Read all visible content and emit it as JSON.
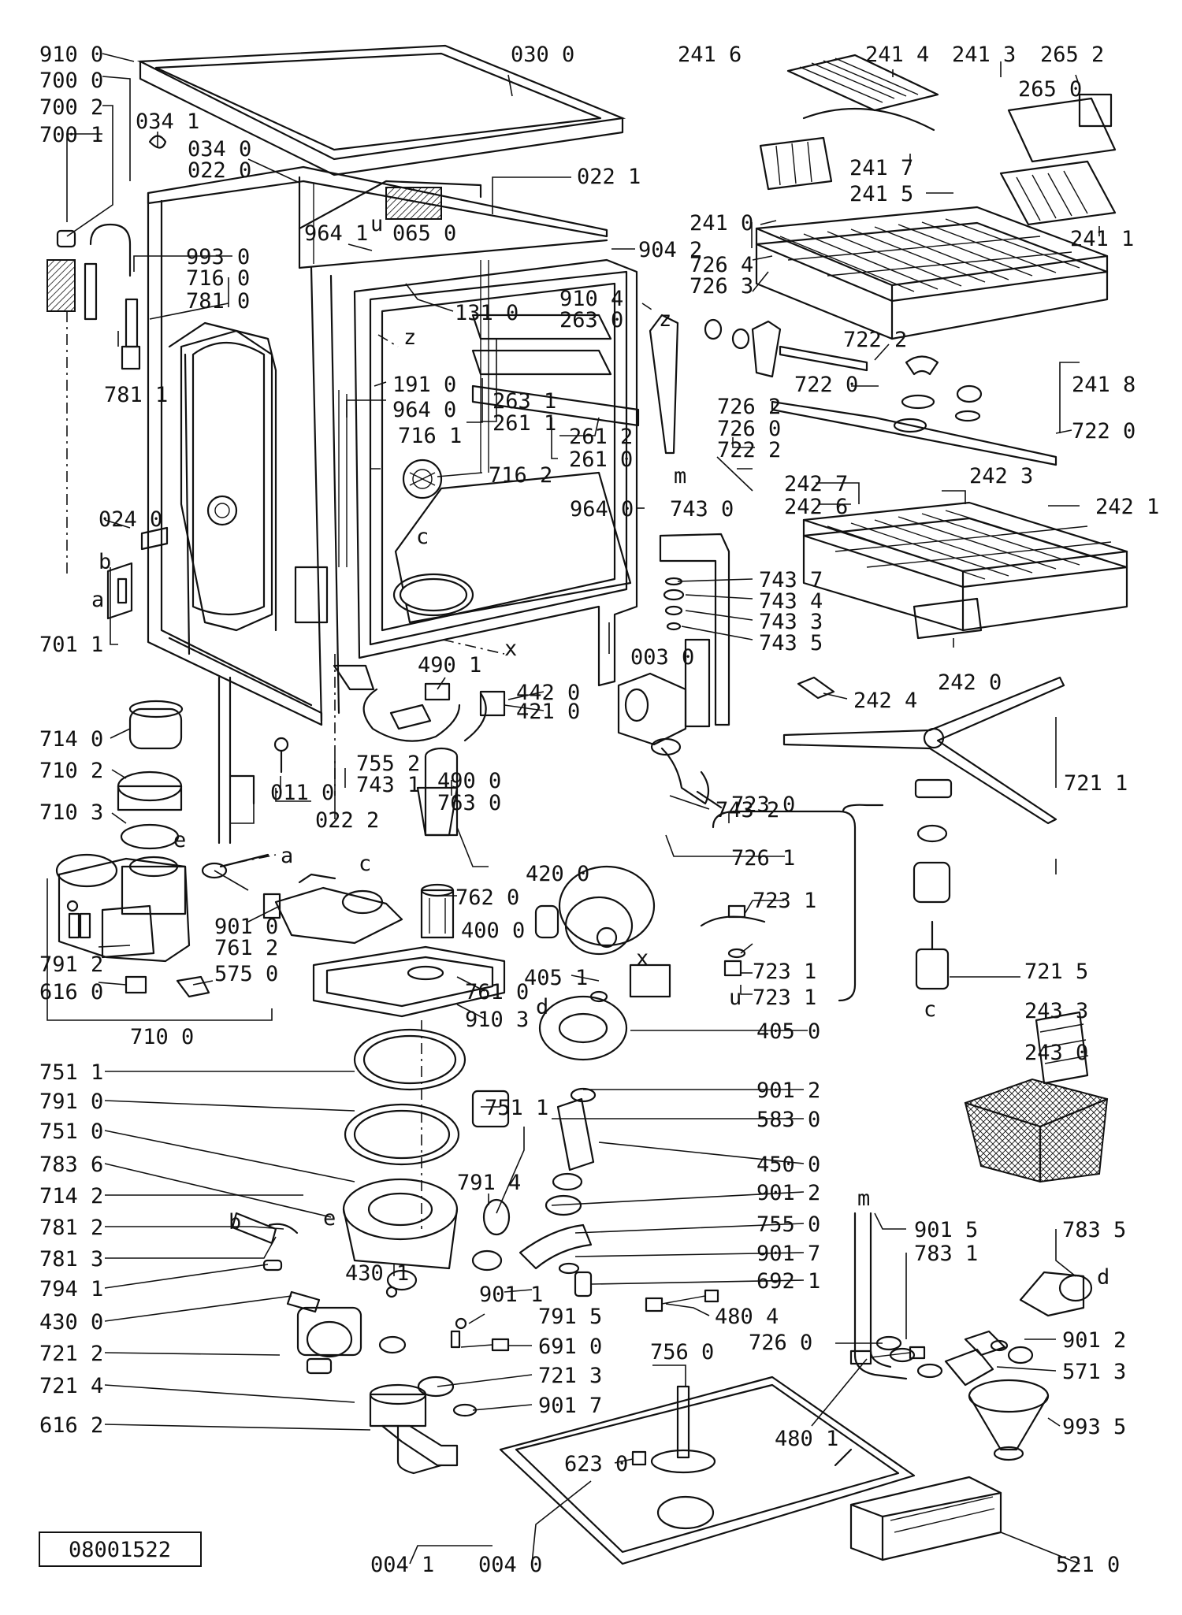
{
  "document_code": "08001522",
  "callouts": [
    {
      "label": "910 0"
    },
    {
      "label": "700 0"
    },
    {
      "label": "700 2"
    },
    {
      "label": "700 1"
    },
    {
      "label": "034 1"
    },
    {
      "label": "034 0"
    },
    {
      "label": "022 0"
    },
    {
      "label": "030 0"
    },
    {
      "label": "022 1"
    },
    {
      "label": "964 1"
    },
    {
      "label": "065 0"
    },
    {
      "label": "993 0"
    },
    {
      "label": "716 0"
    },
    {
      "label": "781 0"
    },
    {
      "label": "781 1"
    },
    {
      "label": "131 0"
    },
    {
      "label": "910 4"
    },
    {
      "label": "263 0"
    },
    {
      "label": "904 2"
    },
    {
      "label": "191 0"
    },
    {
      "label": "964 0"
    },
    {
      "label": "716 1"
    },
    {
      "label": "263 1"
    },
    {
      "label": "261 1"
    },
    {
      "label": "261 2"
    },
    {
      "label": "261 0"
    },
    {
      "label": "716 2"
    },
    {
      "label": "964 0"
    },
    {
      "label": "024 0"
    },
    {
      "label": "701 1"
    },
    {
      "label": "003 0"
    },
    {
      "label": "241 6"
    },
    {
      "label": "241 4"
    },
    {
      "label": "241 3"
    },
    {
      "label": "265 2"
    },
    {
      "label": "265 0"
    },
    {
      "label": "241 7"
    },
    {
      "label": "241 5"
    },
    {
      "label": "241 0"
    },
    {
      "label": "241 1"
    },
    {
      "label": "726 4"
    },
    {
      "label": "726 3"
    },
    {
      "label": "722 2"
    },
    {
      "label": "722 0"
    },
    {
      "label": "241 8"
    },
    {
      "label": "722 0"
    },
    {
      "label": "726 2"
    },
    {
      "label": "726 0"
    },
    {
      "label": "722 2"
    },
    {
      "label": "242 7"
    },
    {
      "label": "242 3"
    },
    {
      "label": "242 6"
    },
    {
      "label": "242 1"
    },
    {
      "label": "743 0"
    },
    {
      "label": "743 7"
    },
    {
      "label": "743 4"
    },
    {
      "label": "743 3"
    },
    {
      "label": "743 5"
    },
    {
      "label": "242 0"
    },
    {
      "label": "242 4"
    },
    {
      "label": "490 1"
    },
    {
      "label": "442 0"
    },
    {
      "label": "421 0"
    },
    {
      "label": "714 0"
    },
    {
      "label": "710 2"
    },
    {
      "label": "710 3"
    },
    {
      "label": "755 2"
    },
    {
      "label": "743 1"
    },
    {
      "label": "011 0"
    },
    {
      "label": "022 2"
    },
    {
      "label": "490 0"
    },
    {
      "label": "763 0"
    },
    {
      "label": "743 2"
    },
    {
      "label": "721 1"
    },
    {
      "label": "723 0"
    },
    {
      "label": "726 1"
    },
    {
      "label": "723 1"
    },
    {
      "label": "723 1"
    },
    {
      "label": "723 1"
    },
    {
      "label": "721 5"
    },
    {
      "label": "420 0"
    },
    {
      "label": "762 0"
    },
    {
      "label": "400 0"
    },
    {
      "label": "901 0"
    },
    {
      "label": "761 2"
    },
    {
      "label": "791 2"
    },
    {
      "label": "616 0"
    },
    {
      "label": "575 0"
    },
    {
      "label": "710 0"
    },
    {
      "label": "761 0"
    },
    {
      "label": "910 3"
    },
    {
      "label": "405 1"
    },
    {
      "label": "405 0"
    },
    {
      "label": "243 3"
    },
    {
      "label": "243 0"
    },
    {
      "label": "751 1"
    },
    {
      "label": "751 1"
    },
    {
      "label": "791 0"
    },
    {
      "label": "901 2"
    },
    {
      "label": "751 0"
    },
    {
      "label": "583 0"
    },
    {
      "label": "783 6"
    },
    {
      "label": "450 0"
    },
    {
      "label": "714 2"
    },
    {
      "label": "791 4"
    },
    {
      "label": "901 2"
    },
    {
      "label": "781 2"
    },
    {
      "label": "755 0"
    },
    {
      "label": "781 3"
    },
    {
      "label": "901 7"
    },
    {
      "label": "794 1"
    },
    {
      "label": "430 1"
    },
    {
      "label": "692 1"
    },
    {
      "label": "901 1"
    },
    {
      "label": "430 0"
    },
    {
      "label": "480 4"
    },
    {
      "label": "791 5"
    },
    {
      "label": "691 0"
    },
    {
      "label": "721 2"
    },
    {
      "label": "721 3"
    },
    {
      "label": "721 4"
    },
    {
      "label": "901 7"
    },
    {
      "label": "616 2"
    },
    {
      "label": "756 0"
    },
    {
      "label": "623 0"
    },
    {
      "label": "480 1"
    },
    {
      "label": "004 1"
    },
    {
      "label": "004 0"
    },
    {
      "label": "521 0"
    },
    {
      "label": "901 5"
    },
    {
      "label": "783 1"
    },
    {
      "label": "783 5"
    },
    {
      "label": "726 0"
    },
    {
      "label": "901 2"
    },
    {
      "label": "571 3"
    },
    {
      "label": "993 5"
    }
  ],
  "markers": [
    {
      "label": "z"
    },
    {
      "label": "z"
    },
    {
      "label": "u"
    },
    {
      "label": "m"
    },
    {
      "label": "x"
    },
    {
      "label": "c"
    },
    {
      "label": "b"
    },
    {
      "label": "a"
    },
    {
      "label": "a"
    },
    {
      "label": "e"
    },
    {
      "label": "c"
    },
    {
      "label": "x"
    },
    {
      "label": "d"
    },
    {
      "label": "u"
    },
    {
      "label": "c"
    },
    {
      "label": "b"
    },
    {
      "label": "e"
    },
    {
      "label": "m"
    },
    {
      "label": "d"
    }
  ]
}
